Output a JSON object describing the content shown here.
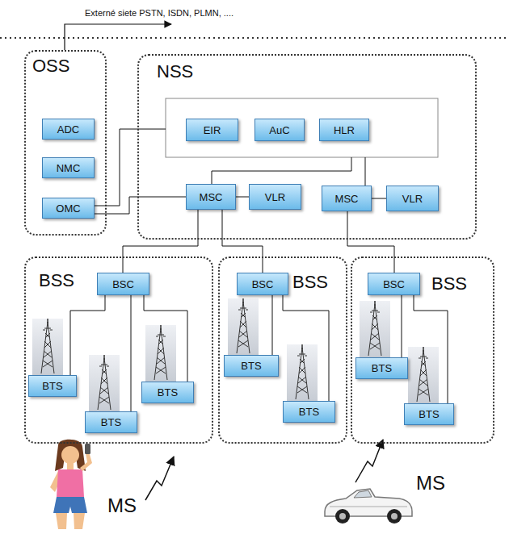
{
  "diagram": {
    "nodes": [
      {
        "text": [
          "OSS"
        ]
      },
      {
        "text": [
          "ADC"
        ],
        "in": 0
      },
      {
        "text": [
          "NMC"
        ],
        "in": 0
      },
      {
        "text": [
          "OMC"
        ],
        "in": 0
      },
      {
        "text": [
          "NSS"
        ]
      },
      {
        "text": [
          "EIR"
        ],
        "in": 4
      },
      {
        "text": [
          "AuC"
        ],
        "in": 4
      },
      {
        "text": [
          "HLR"
        ],
        "in": 4
      },
      {
        "text": [
          "MSC"
        ],
        "in": 4
      },
      {
        "text": [
          "VLR"
        ],
        "in": 4
      },
      {
        "text": [
          "MSC"
        ],
        "in": 4
      },
      {
        "text": [
          "VLR"
        ],
        "in": 4
      },
      {
        "text": [
          "BSS"
        ]
      },
      {
        "text": [
          "BSC"
        ],
        "in": 12
      },
      {
        "text": [
          "BTS"
        ],
        "in": 12
      },
      {
        "text": [
          "BTS"
        ],
        "in": 12
      },
      {
        "text": [
          "BTS"
        ],
        "in": 12
      },
      {
        "text": [
          "BSS"
        ]
      },
      {
        "text": [
          "BSC"
        ],
        "in": 17
      },
      {
        "text": [
          "BTS"
        ],
        "in": 17
      },
      {
        "text": [
          "BTS"
        ],
        "in": 17
      },
      {
        "text": [
          "BSS"
        ]
      },
      {
        "text": [
          "BSC"
        ],
        "in": 21
      },
      {
        "text": [
          "BTS"
        ],
        "in": 21
      },
      {
        "text": [
          "BTS"
        ],
        "in": 21
      }
    ],
    "edges": [
      {
        "from": 3,
        "to": 8,
        "arrow": "none"
      },
      {
        "from": 8,
        "to": 9,
        "arrow": "none"
      },
      {
        "from": 10,
        "to": 11,
        "arrow": "none"
      },
      {
        "from": 8,
        "to": 13,
        "arrow": "none"
      },
      {
        "from": 8,
        "to": 18,
        "arrow": "none"
      },
      {
        "from": 10,
        "to": 22,
        "arrow": "none"
      },
      {
        "from": 13,
        "to": 14,
        "arrow": "none"
      },
      {
        "from": 13,
        "to": 15,
        "arrow": "none"
      },
      {
        "from": 13,
        "to": 16,
        "arrow": "none"
      },
      {
        "from": 18,
        "to": 19,
        "arrow": "none"
      },
      {
        "from": 18,
        "to": 20,
        "arrow": "none"
      },
      {
        "from": 22,
        "to": 23,
        "arrow": "none"
      },
      {
        "from": 22,
        "to": 24,
        "arrow": "none"
      }
    ],
    "labels": [
      "Externé siete PSTN, ISDN, PLMN, ....",
      "MS",
      "MS"
    ]
  }
}
